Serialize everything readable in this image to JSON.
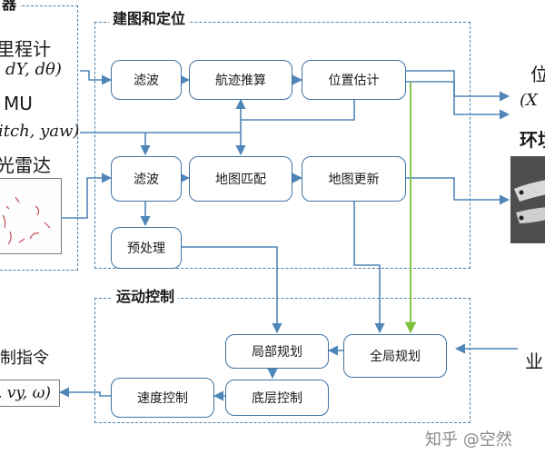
{
  "sensors": {
    "title_fragment": "器",
    "odom_label_fragment": "里程计",
    "odom_vars_fragment": "dY, dθ)",
    "imu_label_fragment": "MU",
    "imu_vars_fragment": "itch, yaw)",
    "lidar_label_fragment": "光雷达"
  },
  "mapping": {
    "title": "建图和定位",
    "filter_top": "滤波",
    "dead_reckoning": "航迹推算",
    "pose_estimation": "位置估计",
    "filter_mid": "滤波",
    "map_matching": "地图匹配",
    "map_update": "地图更新",
    "preprocess": "预处理"
  },
  "outputs": {
    "pose_label_fragment": "位",
    "pose_vars_fragment": "(X",
    "env_label_fragment": "环境"
  },
  "motion": {
    "title": "运动控制",
    "local_planning": "局部规划",
    "global_planning": "全局规划",
    "speed_control": "速度控制",
    "low_level_control": "底层控制"
  },
  "commands": {
    "label_fragment": "制指令",
    "vars_fragment": ", vy, ω)"
  },
  "business": {
    "label_fragment": "业"
  },
  "watermark": "知乎 @空然"
}
